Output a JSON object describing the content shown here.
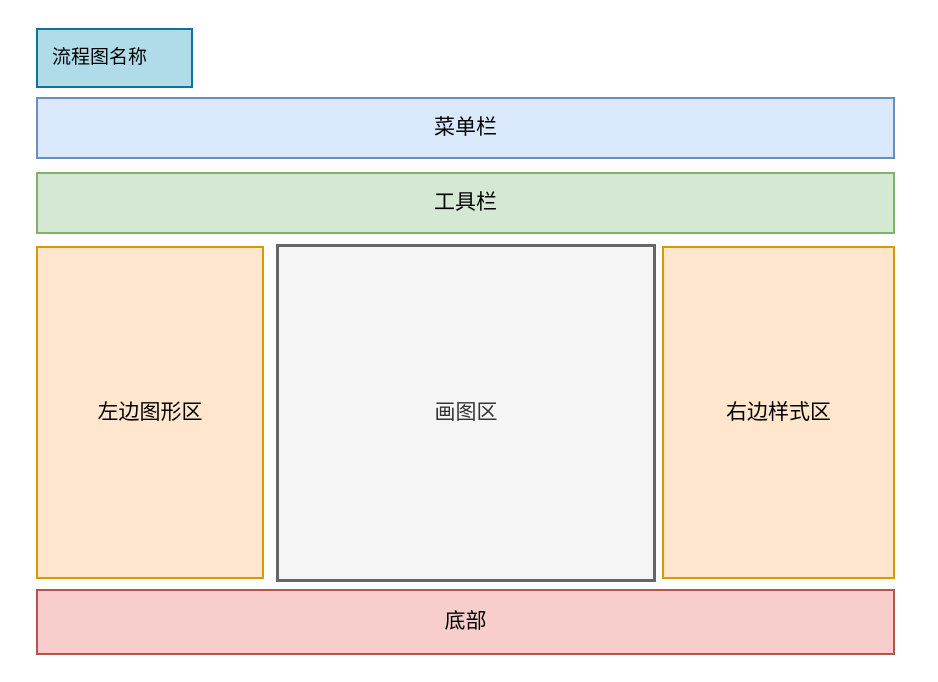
{
  "diagram": {
    "title_box": {
      "label": "流程图名称",
      "fill": "#b0dcea",
      "stroke": "#10739e"
    },
    "menu_bar": {
      "label": "菜单栏",
      "fill": "#dae8fc",
      "stroke": "#6c8ebf"
    },
    "toolbar": {
      "label": "工具栏",
      "fill": "#d5e8d4",
      "stroke": "#82b366"
    },
    "left_panel": {
      "label": "左边图形区",
      "fill": "#ffe6cc",
      "stroke": "#d79b00"
    },
    "draw_area": {
      "label": "画图区",
      "fill": "#f5f5f5",
      "stroke": "#666666"
    },
    "right_panel": {
      "label": "右边样式区",
      "fill": "#ffe6cc",
      "stroke": "#d79b00"
    },
    "bottom_bar": {
      "label": "底部",
      "fill": "#f8cecc",
      "stroke": "#b85450"
    }
  }
}
